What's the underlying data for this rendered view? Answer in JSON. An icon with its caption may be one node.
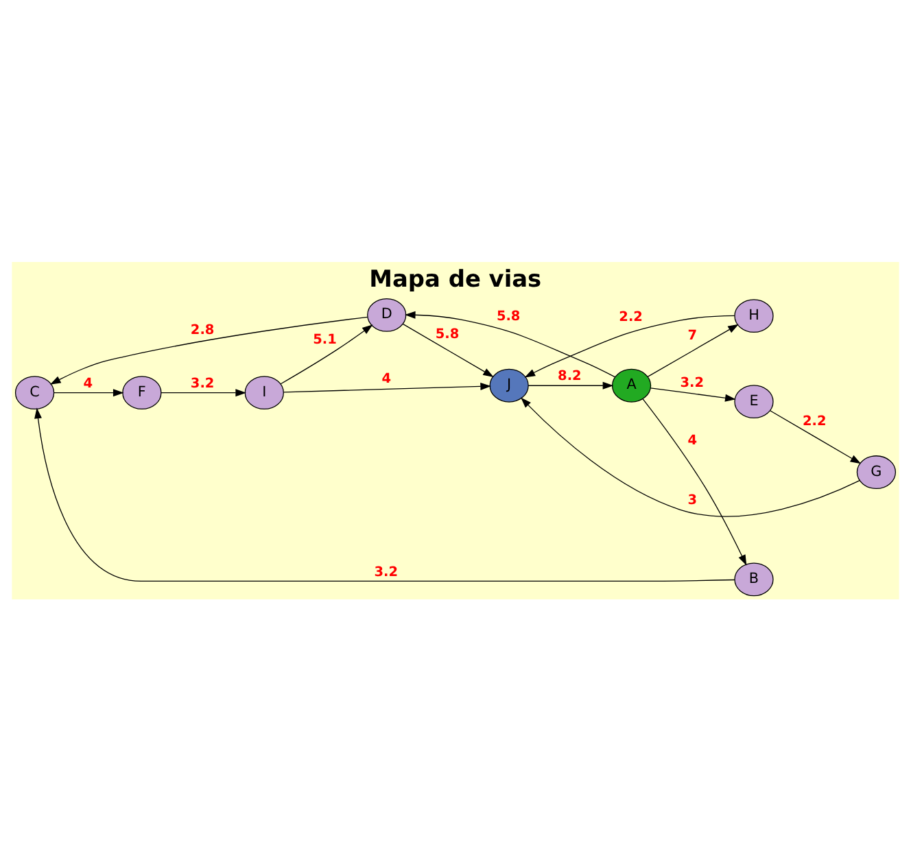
{
  "diagram": {
    "title": "Mapa de vias",
    "nodes": [
      {
        "text": [
          "C"
        ]
      },
      {
        "text": [
          "F"
        ]
      },
      {
        "text": [
          "I"
        ]
      },
      {
        "text": [
          "D"
        ]
      },
      {
        "text": [
          "B"
        ]
      },
      {
        "text": [
          "G"
        ]
      },
      {
        "text": [
          "J"
        ]
      },
      {
        "text": [
          "E"
        ]
      },
      {
        "text": [
          "A"
        ]
      },
      {
        "text": [
          "H"
        ]
      }
    ],
    "edges": [
      {
        "from": 8,
        "to": 4,
        "arrow": "to",
        "label": "4"
      },
      {
        "from": 4,
        "to": 0,
        "arrow": "to",
        "label": "3.2"
      },
      {
        "from": 3,
        "to": 0,
        "arrow": "to",
        "label": "2.8"
      },
      {
        "from": 0,
        "to": 1,
        "arrow": "to",
        "label": "4"
      },
      {
        "from": 1,
        "to": 2,
        "arrow": "to",
        "label": "3.2"
      },
      {
        "from": 2,
        "to": 3,
        "arrow": "to",
        "label": "5.1"
      },
      {
        "from": 2,
        "to": 6,
        "arrow": "to",
        "label": "4"
      },
      {
        "from": 3,
        "to": 6,
        "arrow": "to",
        "label": "5.8"
      },
      {
        "from": 8,
        "to": 3,
        "arrow": "to",
        "label": "5.8"
      },
      {
        "from": 8,
        "to": 7,
        "arrow": "to",
        "label": "3.2"
      },
      {
        "from": 7,
        "to": 5,
        "arrow": "to",
        "label": "2.2"
      },
      {
        "from": 5,
        "to": 6,
        "arrow": "to",
        "label": "3"
      },
      {
        "from": 6,
        "to": 8,
        "arrow": "to",
        "label": "8.2"
      },
      {
        "from": 8,
        "to": 9,
        "arrow": "to",
        "label": "7"
      },
      {
        "from": 9,
        "to": 6,
        "arrow": "to",
        "label": "2.2"
      }
    ]
  }
}
